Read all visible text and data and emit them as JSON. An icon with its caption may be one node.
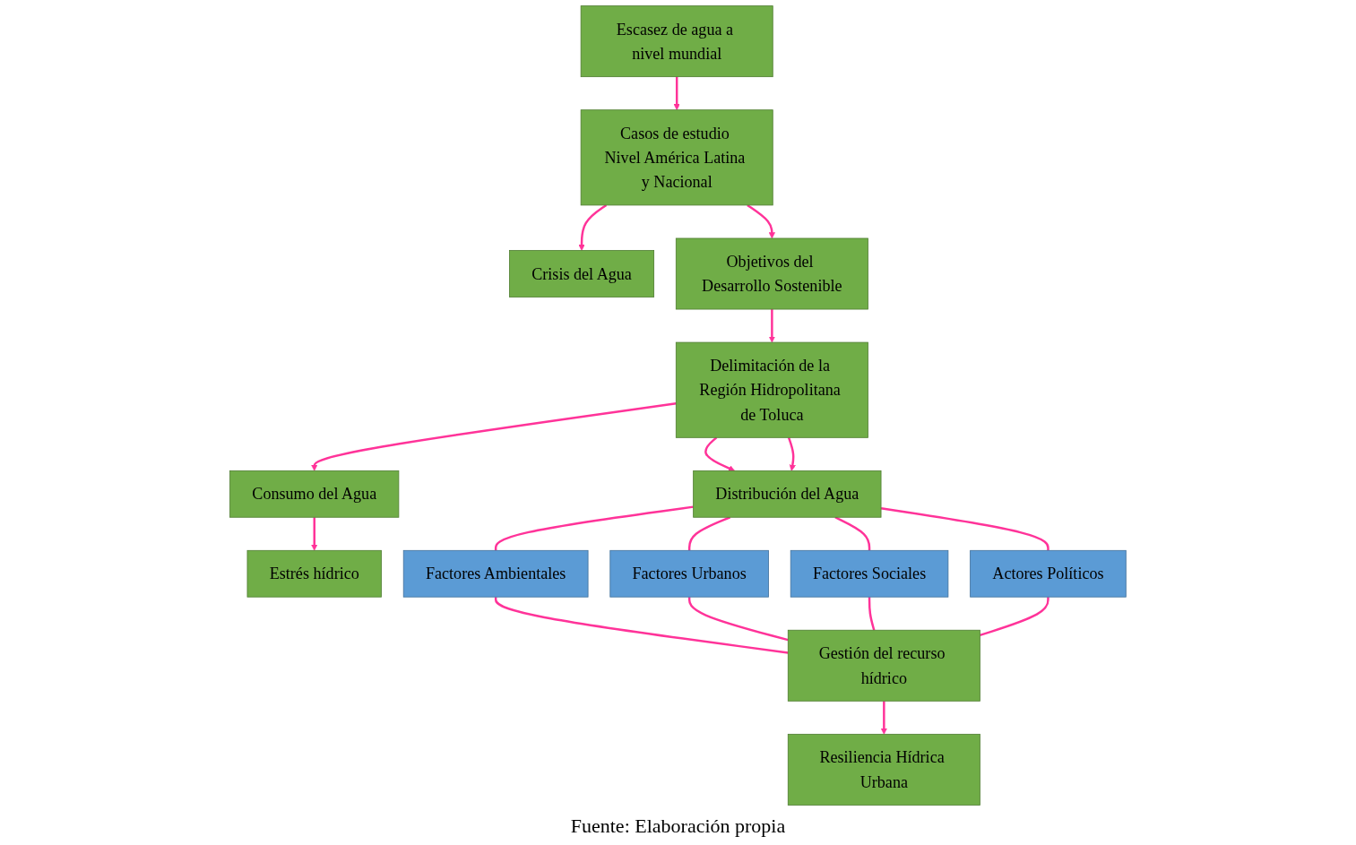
{
  "diagram": {
    "caption": "Fuente: Elaboración propia",
    "nodes": [
      {
        "text": [
          "Escasez de agua a nivel mundial"
        ]
      },
      {
        "text": [
          "Crisis del Agua"
        ]
      },
      {
        "text": [
          "Casos de estudio Nivel América Latina y Nacional"
        ]
      },
      {
        "text": [
          "Objetivos del Desarrollo Sostenible"
        ]
      },
      {
        "text": [
          "Consumo del Agua"
        ]
      },
      {
        "text": [
          "Delimitación de la Región Hidropolitana de Toluca"
        ]
      },
      {
        "text": [
          "Estrés hídrico"
        ]
      },
      {
        "text": [
          "Distribución del Agua"
        ]
      },
      {
        "text": [
          "Factores Ambientales"
        ]
      },
      {
        "text": [
          "Factores Urbanos"
        ]
      },
      {
        "text": [
          "Factores Sociales"
        ]
      },
      {
        "text": [
          "Actores Políticos"
        ]
      },
      {
        "text": [
          "Gestión del recurso hídrico"
        ]
      },
      {
        "text": [
          "Resiliencia Hídrica Urbana"
        ]
      }
    ],
    "edges": [
      {
        "from": 0,
        "to": 2,
        "arrow": "to"
      },
      {
        "from": 2,
        "to": 1,
        "arrow": "to"
      },
      {
        "from": 2,
        "to": 3,
        "arrow": "to"
      },
      {
        "from": 3,
        "to": 5,
        "arrow": "to"
      },
      {
        "from": 5,
        "to": 4,
        "arrow": "to"
      },
      {
        "from": 4,
        "to": 6,
        "arrow": "to"
      },
      {
        "from": 5,
        "to": 7,
        "arrow": "to"
      },
      {
        "from": 5,
        "to": 7,
        "arrow": "to"
      },
      {
        "from": 7,
        "to": 8,
        "arrow": "none"
      },
      {
        "from": 7,
        "to": 9,
        "arrow": "none"
      },
      {
        "from": 7,
        "to": 10,
        "arrow": "none"
      },
      {
        "from": 7,
        "to": 11,
        "arrow": "none"
      },
      {
        "from": 8,
        "to": 12,
        "arrow": "none"
      },
      {
        "from": 9,
        "to": 12,
        "arrow": "none"
      },
      {
        "from": 10,
        "to": 12,
        "arrow": "none"
      },
      {
        "from": 11,
        "to": 12,
        "arrow": "none"
      },
      {
        "from": 12,
        "to": 13,
        "arrow": "to"
      }
    ]
  }
}
